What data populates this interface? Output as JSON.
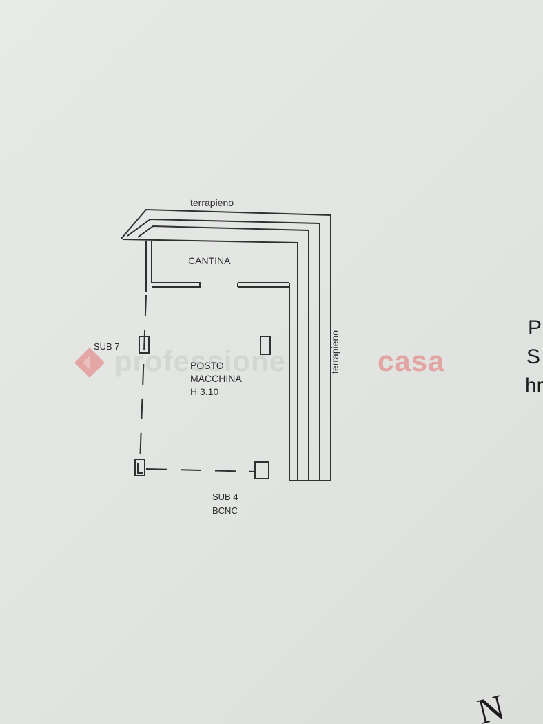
{
  "plan": {
    "top_label": "terrapieno",
    "side_label": "terrapieno",
    "room_cellar": "CANTINA",
    "room_parking": [
      "POSTO",
      "MACCHINA",
      "H 3.10"
    ],
    "left_label": "SUB 7",
    "bottom_label": [
      "SUB 4",
      "BCNC"
    ]
  },
  "watermark": {
    "text_a": "professione",
    "text_b": "casa",
    "colors": {
      "logo": "#e57373",
      "text_a": "#c9cbca",
      "text_b": "#e57373"
    }
  },
  "edge_text": [
    "P",
    "S",
    "hr"
  ],
  "compass": {
    "letter": "N"
  },
  "colors": {
    "paper": "#e4e6e3",
    "ink": "#2b2c2c"
  }
}
